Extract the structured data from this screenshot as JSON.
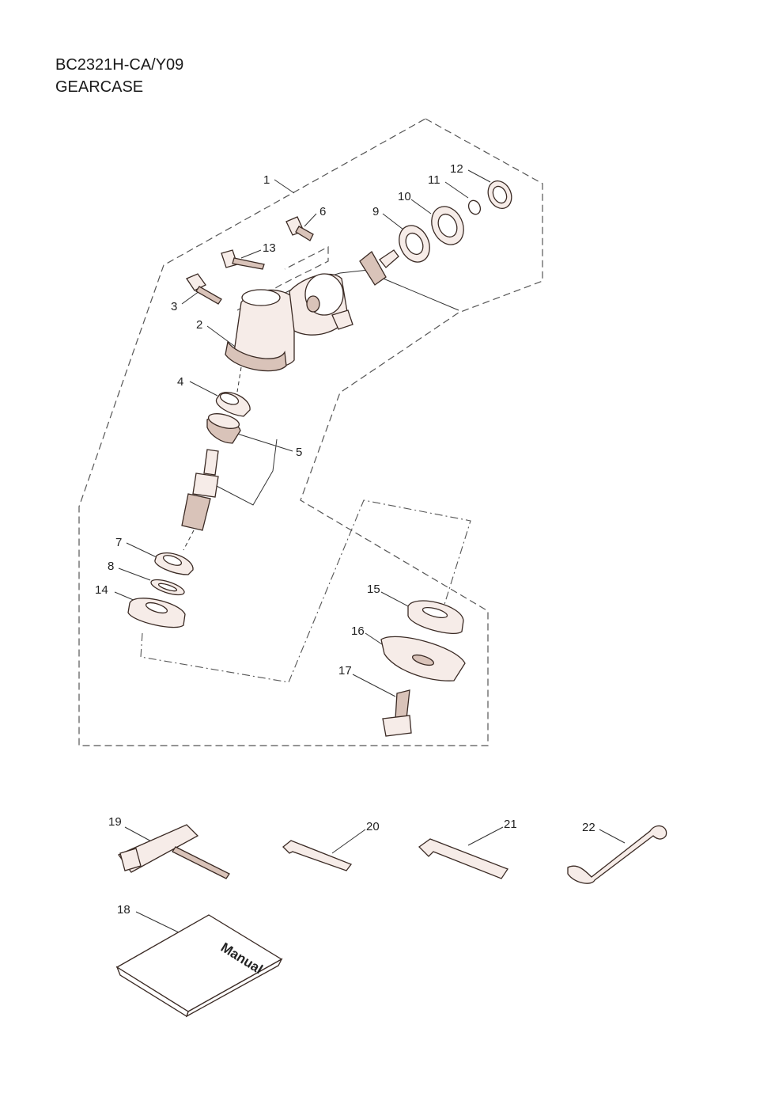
{
  "header": {
    "model": "BC2321H-CA/Y09",
    "section": "GEARCASE"
  },
  "callouts": [
    "1",
    "2",
    "3",
    "4",
    "5",
    "6",
    "7",
    "8",
    "9",
    "10",
    "11",
    "12",
    "13",
    "14",
    "15",
    "16",
    "17",
    "18",
    "19",
    "20",
    "21",
    "22"
  ],
  "manual_label": "Manual",
  "colors": {
    "part_fill": "#f6ece8",
    "part_shade": "#d9c3b9",
    "outline": "#3a2a24"
  }
}
